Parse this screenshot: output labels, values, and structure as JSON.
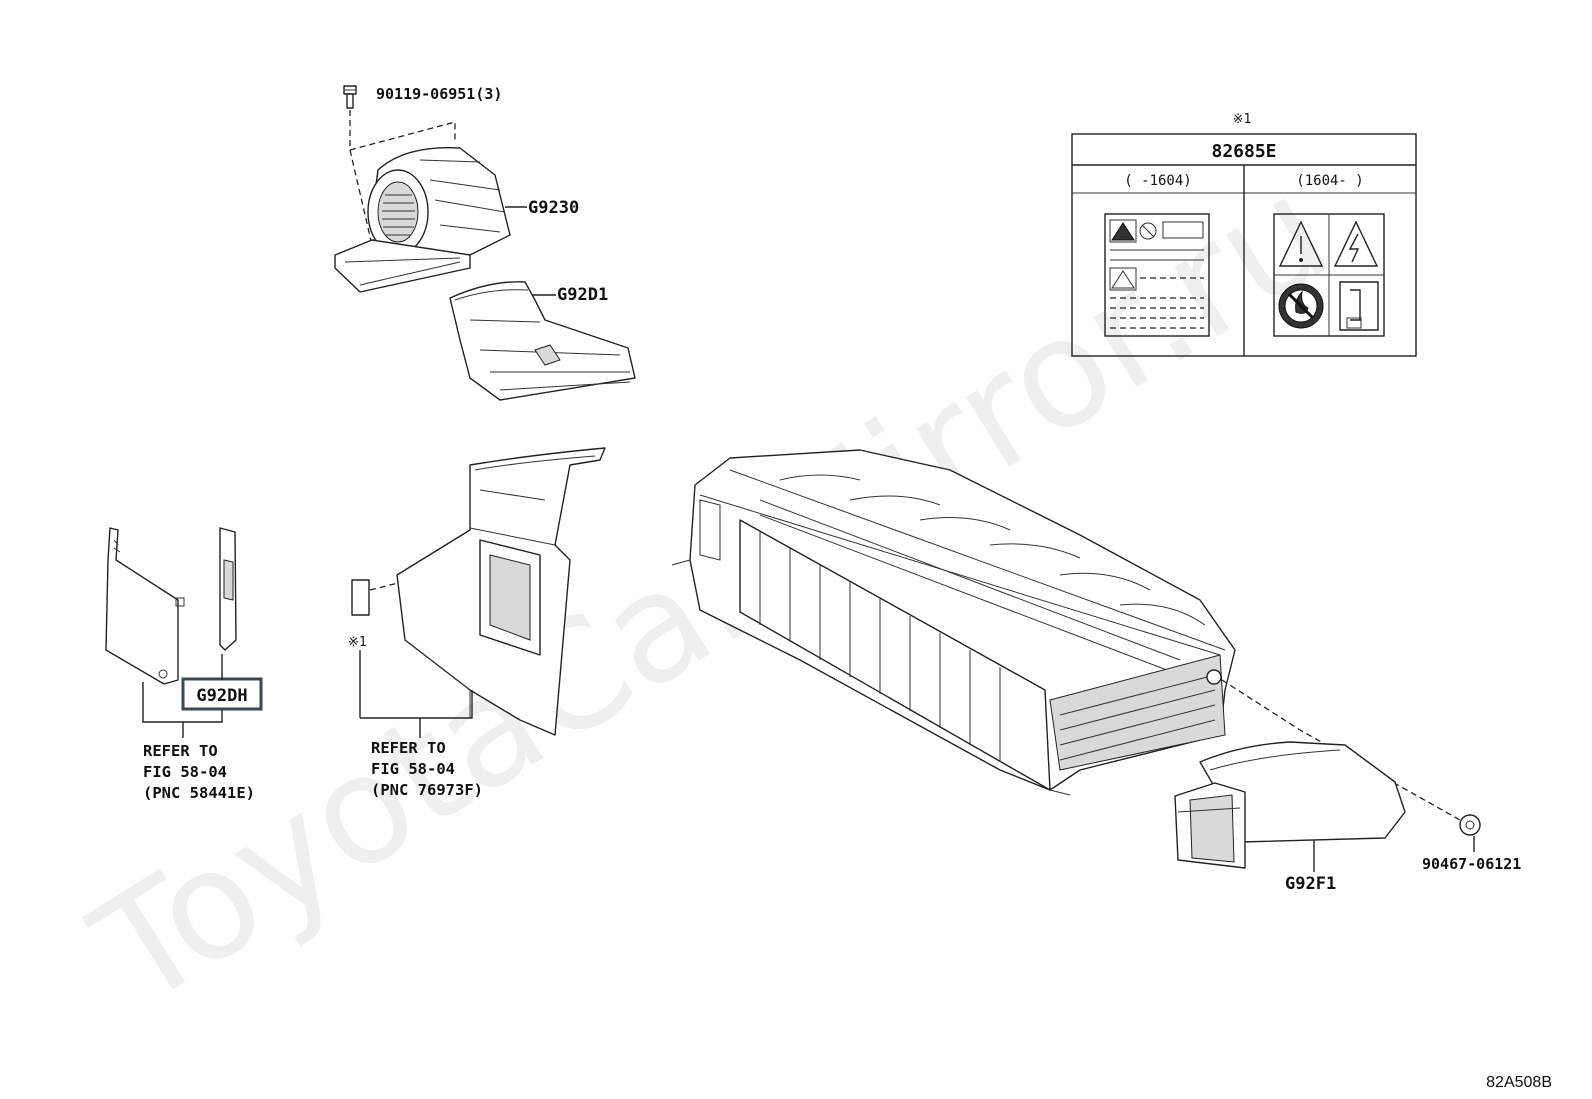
{
  "watermark": "ToyotaCar.Mirror.ru",
  "diagram_code": "82A508B",
  "parts": {
    "bolt": "90119-06951(3)",
    "blower": "G9230",
    "duct": "G92D1",
    "panel_highlight": "G92DH",
    "cover": "G92F1",
    "clip": "90467-06121"
  },
  "references": {
    "left": [
      "REFER TO",
      "FIG 58-04",
      "(PNC 58441E)"
    ],
    "middle": [
      "REFER TO",
      "FIG 58-04",
      "(PNC 76973F)"
    ]
  },
  "label_table": {
    "note_mark": "※1",
    "part_number": "82685E",
    "col_left": "(    -1604)",
    "col_right": "(1604-    )"
  },
  "sticker_note": "※1"
}
